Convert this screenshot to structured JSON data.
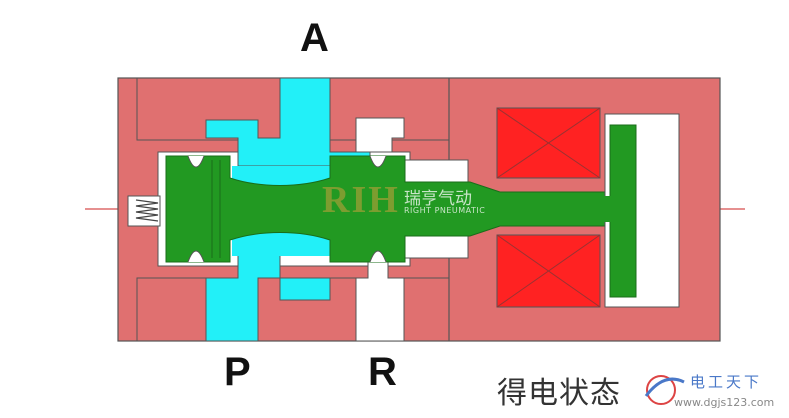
{
  "ports": {
    "a": "A",
    "p": "P",
    "r": "R"
  },
  "caption": "得电状态",
  "watermark": {
    "logo": "RIH",
    "brand_cn": "瑞亨气动",
    "brand_en": "RIGHT PNEUMATIC",
    "site_cn": "电工天下",
    "site_url": "www.dgjs123.com"
  },
  "colors": {
    "body": "#e07070",
    "supply_channel": "#22f0f8",
    "exhaust_channel": "#ffffff",
    "spool": "#229922",
    "coil": "#ff2222",
    "outline": "#555555",
    "axis": "#cc2222"
  }
}
